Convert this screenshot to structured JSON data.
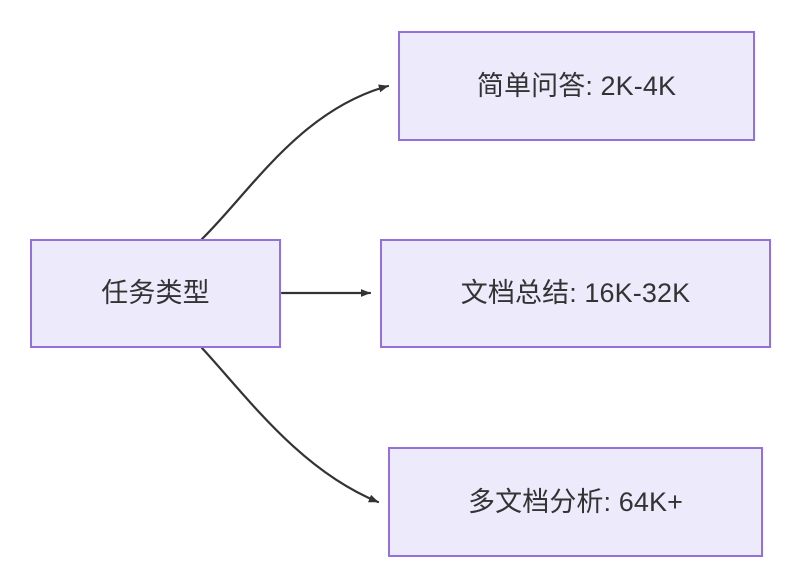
{
  "diagram": {
    "title": "",
    "type": "flowchart",
    "direction": "left-to-right",
    "background_color": "#ffffff",
    "node_fill_color": "#ECEAFB",
    "node_border_color": "#9370DB",
    "node_text_color": "#333333",
    "edge_color": "#333333",
    "nodes": {
      "source": {
        "label": "任务类型"
      },
      "simple_qa": {
        "label": "简单问答: 2K-4K"
      },
      "doc_summary": {
        "label": "文档总结: 16K-32K"
      },
      "multi_doc": {
        "label": "多文档分析: 64K+"
      }
    },
    "edges": [
      {
        "from": "source",
        "to": "simple_qa",
        "label": "",
        "style": "curved",
        "arrow": "triangle"
      },
      {
        "from": "source",
        "to": "doc_summary",
        "label": "",
        "style": "straight",
        "arrow": "triangle"
      },
      {
        "from": "source",
        "to": "multi_doc",
        "label": "",
        "style": "curved",
        "arrow": "triangle"
      }
    ]
  }
}
